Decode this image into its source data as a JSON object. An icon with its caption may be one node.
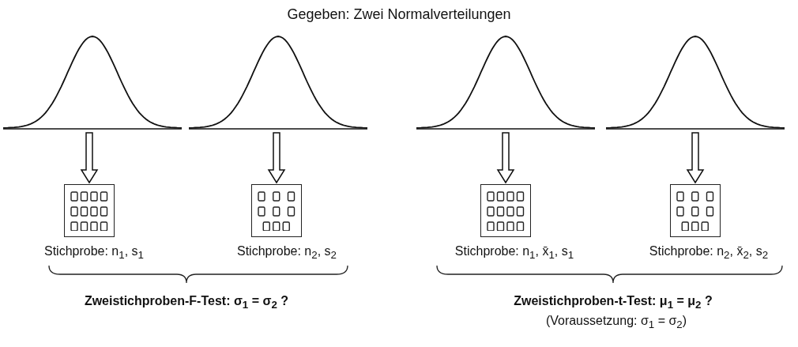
{
  "diagram": {
    "title": "Gegeben: Zwei Normalverteilungen",
    "nodes": [
      {
        "text": [],
        "shape": "picture"
      },
      {
        "text": [],
        "shape": "picture"
      },
      {
        "text": [],
        "shape": "picture"
      },
      {
        "text": [],
        "shape": "picture"
      },
      {
        "text": [],
        "shape": "box",
        "beside": [
          "Stichprobe: n$_{1}$, s$_{1}$"
        ]
      },
      {
        "text": [],
        "shape": "box",
        "beside": [
          "Stichprobe: n$_{2}$, s$_{2}$"
        ]
      },
      {
        "text": [],
        "shape": "box",
        "beside": [
          "Stichprobe: n$_{1}$, x̄$_{1}$, s$_{1}$"
        ]
      },
      {
        "text": [],
        "shape": "box",
        "beside": [
          "Stichprobe: n$_{2}$, x̄$_{2}$, s$_{2}$"
        ]
      }
    ],
    "edges": [
      {
        "from": 0,
        "to": 4,
        "arrow": "to"
      },
      {
        "from": 1,
        "to": 5,
        "arrow": "to"
      },
      {
        "from": 2,
        "to": 6,
        "arrow": "to"
      },
      {
        "from": 3,
        "to": 7,
        "arrow": "to"
      }
    ],
    "labels": [
      "Zweistichproben-F-Test:  σ$_{1}$ = σ$_{2}$ ?",
      "Zweistichproben-t-Test:  μ$_{1}$ = μ$_{2}$ ?",
      "(Voraussetzung: σ$_{1}$ = σ$_{2}$)"
    ]
  }
}
